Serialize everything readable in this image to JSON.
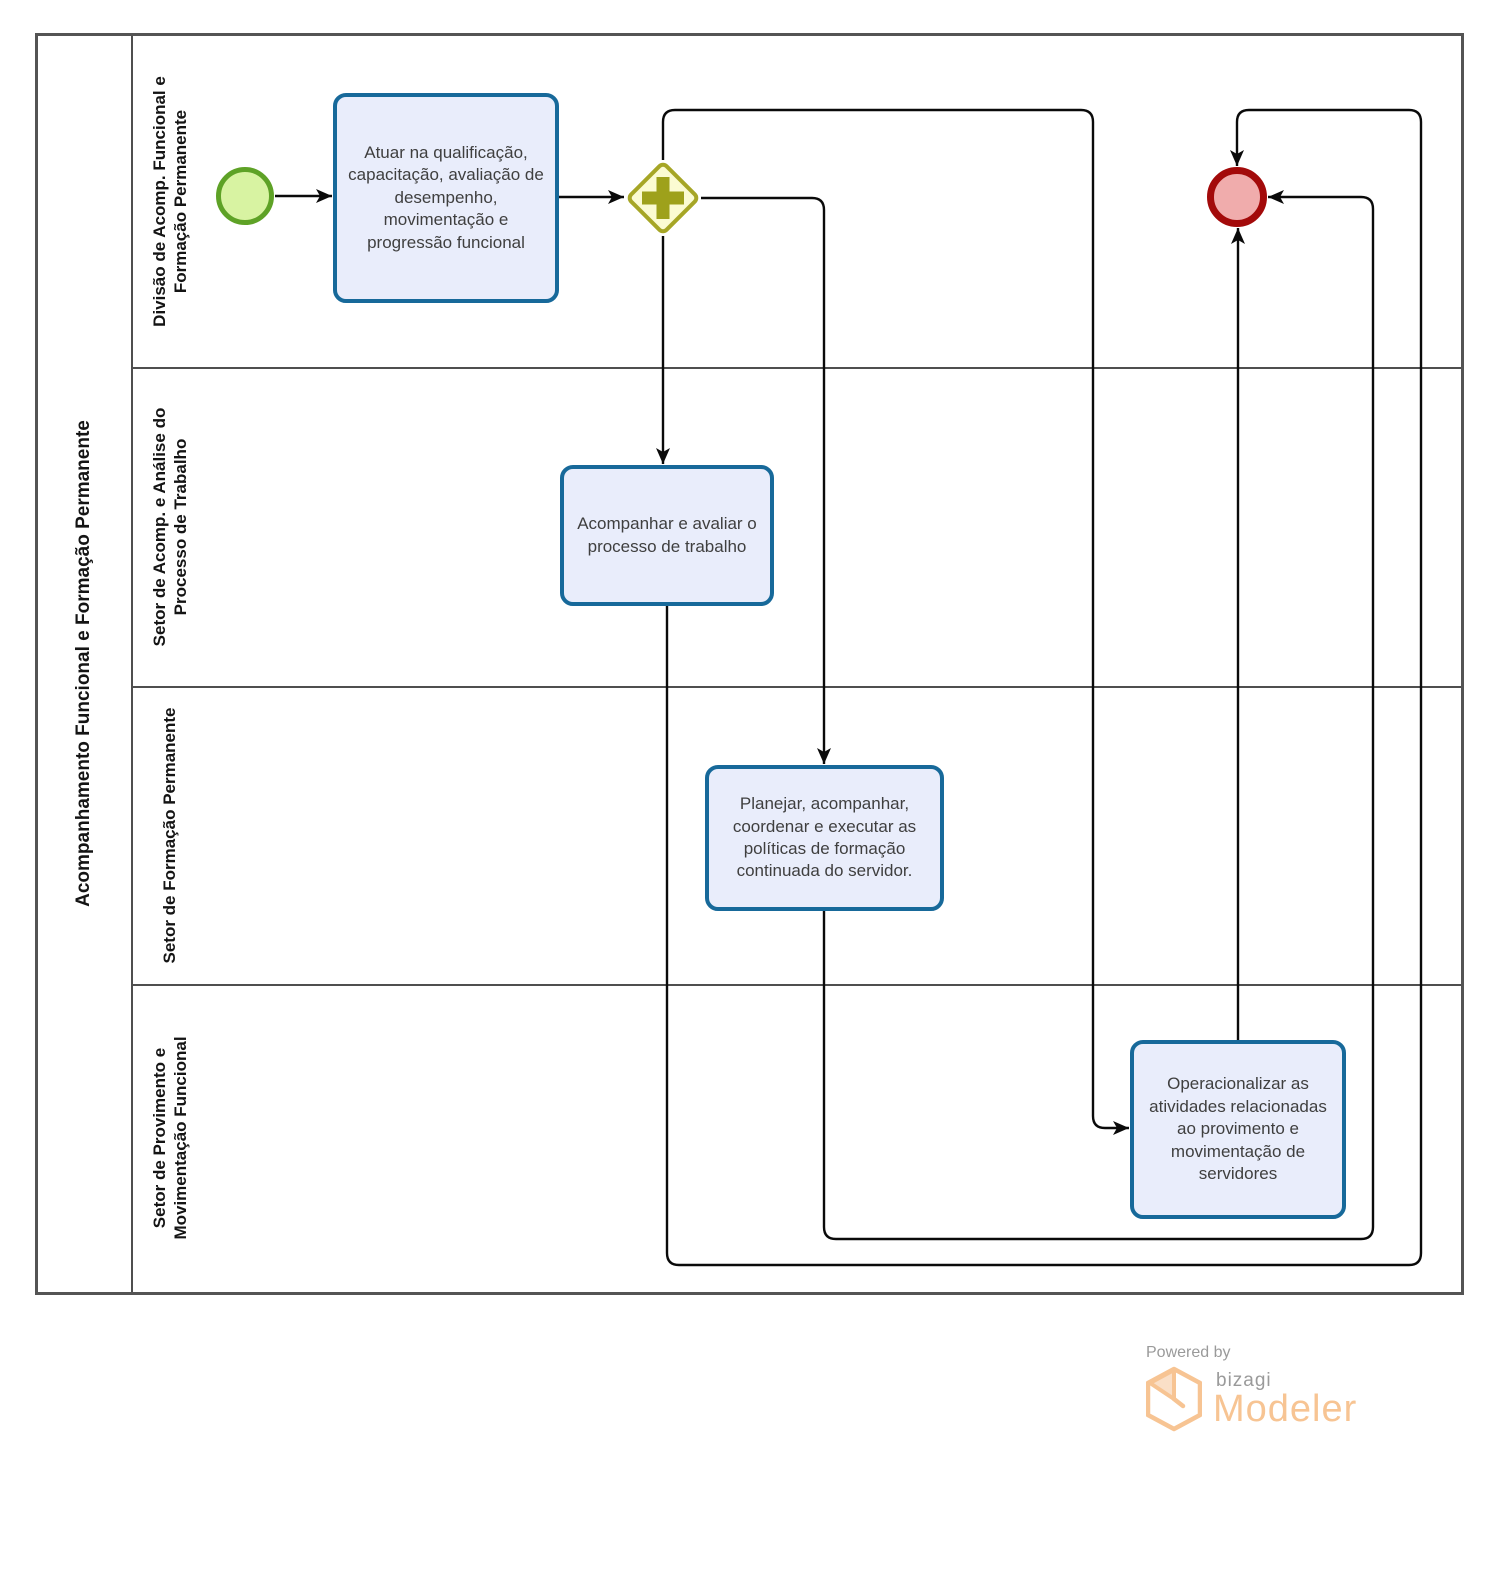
{
  "pool": {
    "title": "Acompanhamento Funcional e Formação Permanente",
    "lanes": [
      {
        "label": "Divisão de Acomp. Funcional e Formação Permanente"
      },
      {
        "label": "Setor de Acomp. e Análise do Processo de Trabalho"
      },
      {
        "label": "Setor de Formação Permanente"
      },
      {
        "label": "Setor de Provimento e Movimentação Funcional"
      }
    ]
  },
  "nodes": {
    "start_event": {
      "type": "start-event"
    },
    "task_atuar": {
      "label": "Atuar na qualificação, capacitação, avaliação de desempenho, movimentação e progressão funcional"
    },
    "gateway_parallel": {
      "type": "parallel-gateway",
      "symbol": "+"
    },
    "task_acompanhar": {
      "label": "Acompanhar e avaliar o processo de trabalho"
    },
    "task_planejar": {
      "label": "Planejar, acompanhar, coordenar e executar as políticas de formação continuada do servidor."
    },
    "task_operacionalizar": {
      "label": "Operacionalizar as atividades relacionadas ao provimento e movimentação de servidores"
    },
    "end_event": {
      "type": "end-event"
    }
  },
  "colors": {
    "task_fill": "#E9EDFB",
    "task_border": "#17699A",
    "start_fill": "#D8F3A2",
    "start_border": "#5EA226",
    "end_fill": "#F0ACAC",
    "end_border": "#A30A0A",
    "gateway_fill": "#FBFBD2",
    "gateway_border": "#A6A626",
    "gateway_plus": "#9EA11B",
    "connector": "#0a0a0a",
    "pool_border": "#545454",
    "brand_orange": "#F7C493",
    "brand_gray": "#9a9a9a"
  },
  "footer": {
    "powered_by": "Powered by",
    "brand": "bizagi",
    "product": "Modeler"
  }
}
